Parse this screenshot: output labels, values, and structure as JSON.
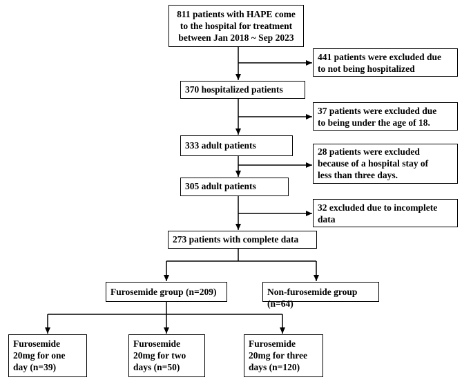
{
  "boxes": {
    "start": "811 patients with HAPE come\nto the hospital for treatment\nbetween Jan 2018 ~ Sep 2023",
    "excl_not_hospitalized": "441 patients were excluded due\nto not being hospitalized",
    "hospitalized": "370 hospitalized patients",
    "excl_under_18": "37 patients were excluded due\nto being under the age of 18.",
    "adult_333": "333 adult patients",
    "excl_short_stay": "28 patients were excluded\nbecause of a hospital stay of\nless than three days.",
    "adult_305": "305 adult patients",
    "excl_incomplete": "32 excluded due to incomplete\ndata",
    "complete": "273 patients with complete data",
    "furosemide_group": "Furosemide group (n=209)",
    "non_furosemide_group": "Non-furosemide group (n=64)",
    "furo_one_day": "Furosemide\n20mg for one\nday (n=39)",
    "furo_two_days": "Furosemide\n20mg for two\ndays (n=50)",
    "furo_three_days": "Furosemide\n20mg for three\ndays (n=120)"
  }
}
